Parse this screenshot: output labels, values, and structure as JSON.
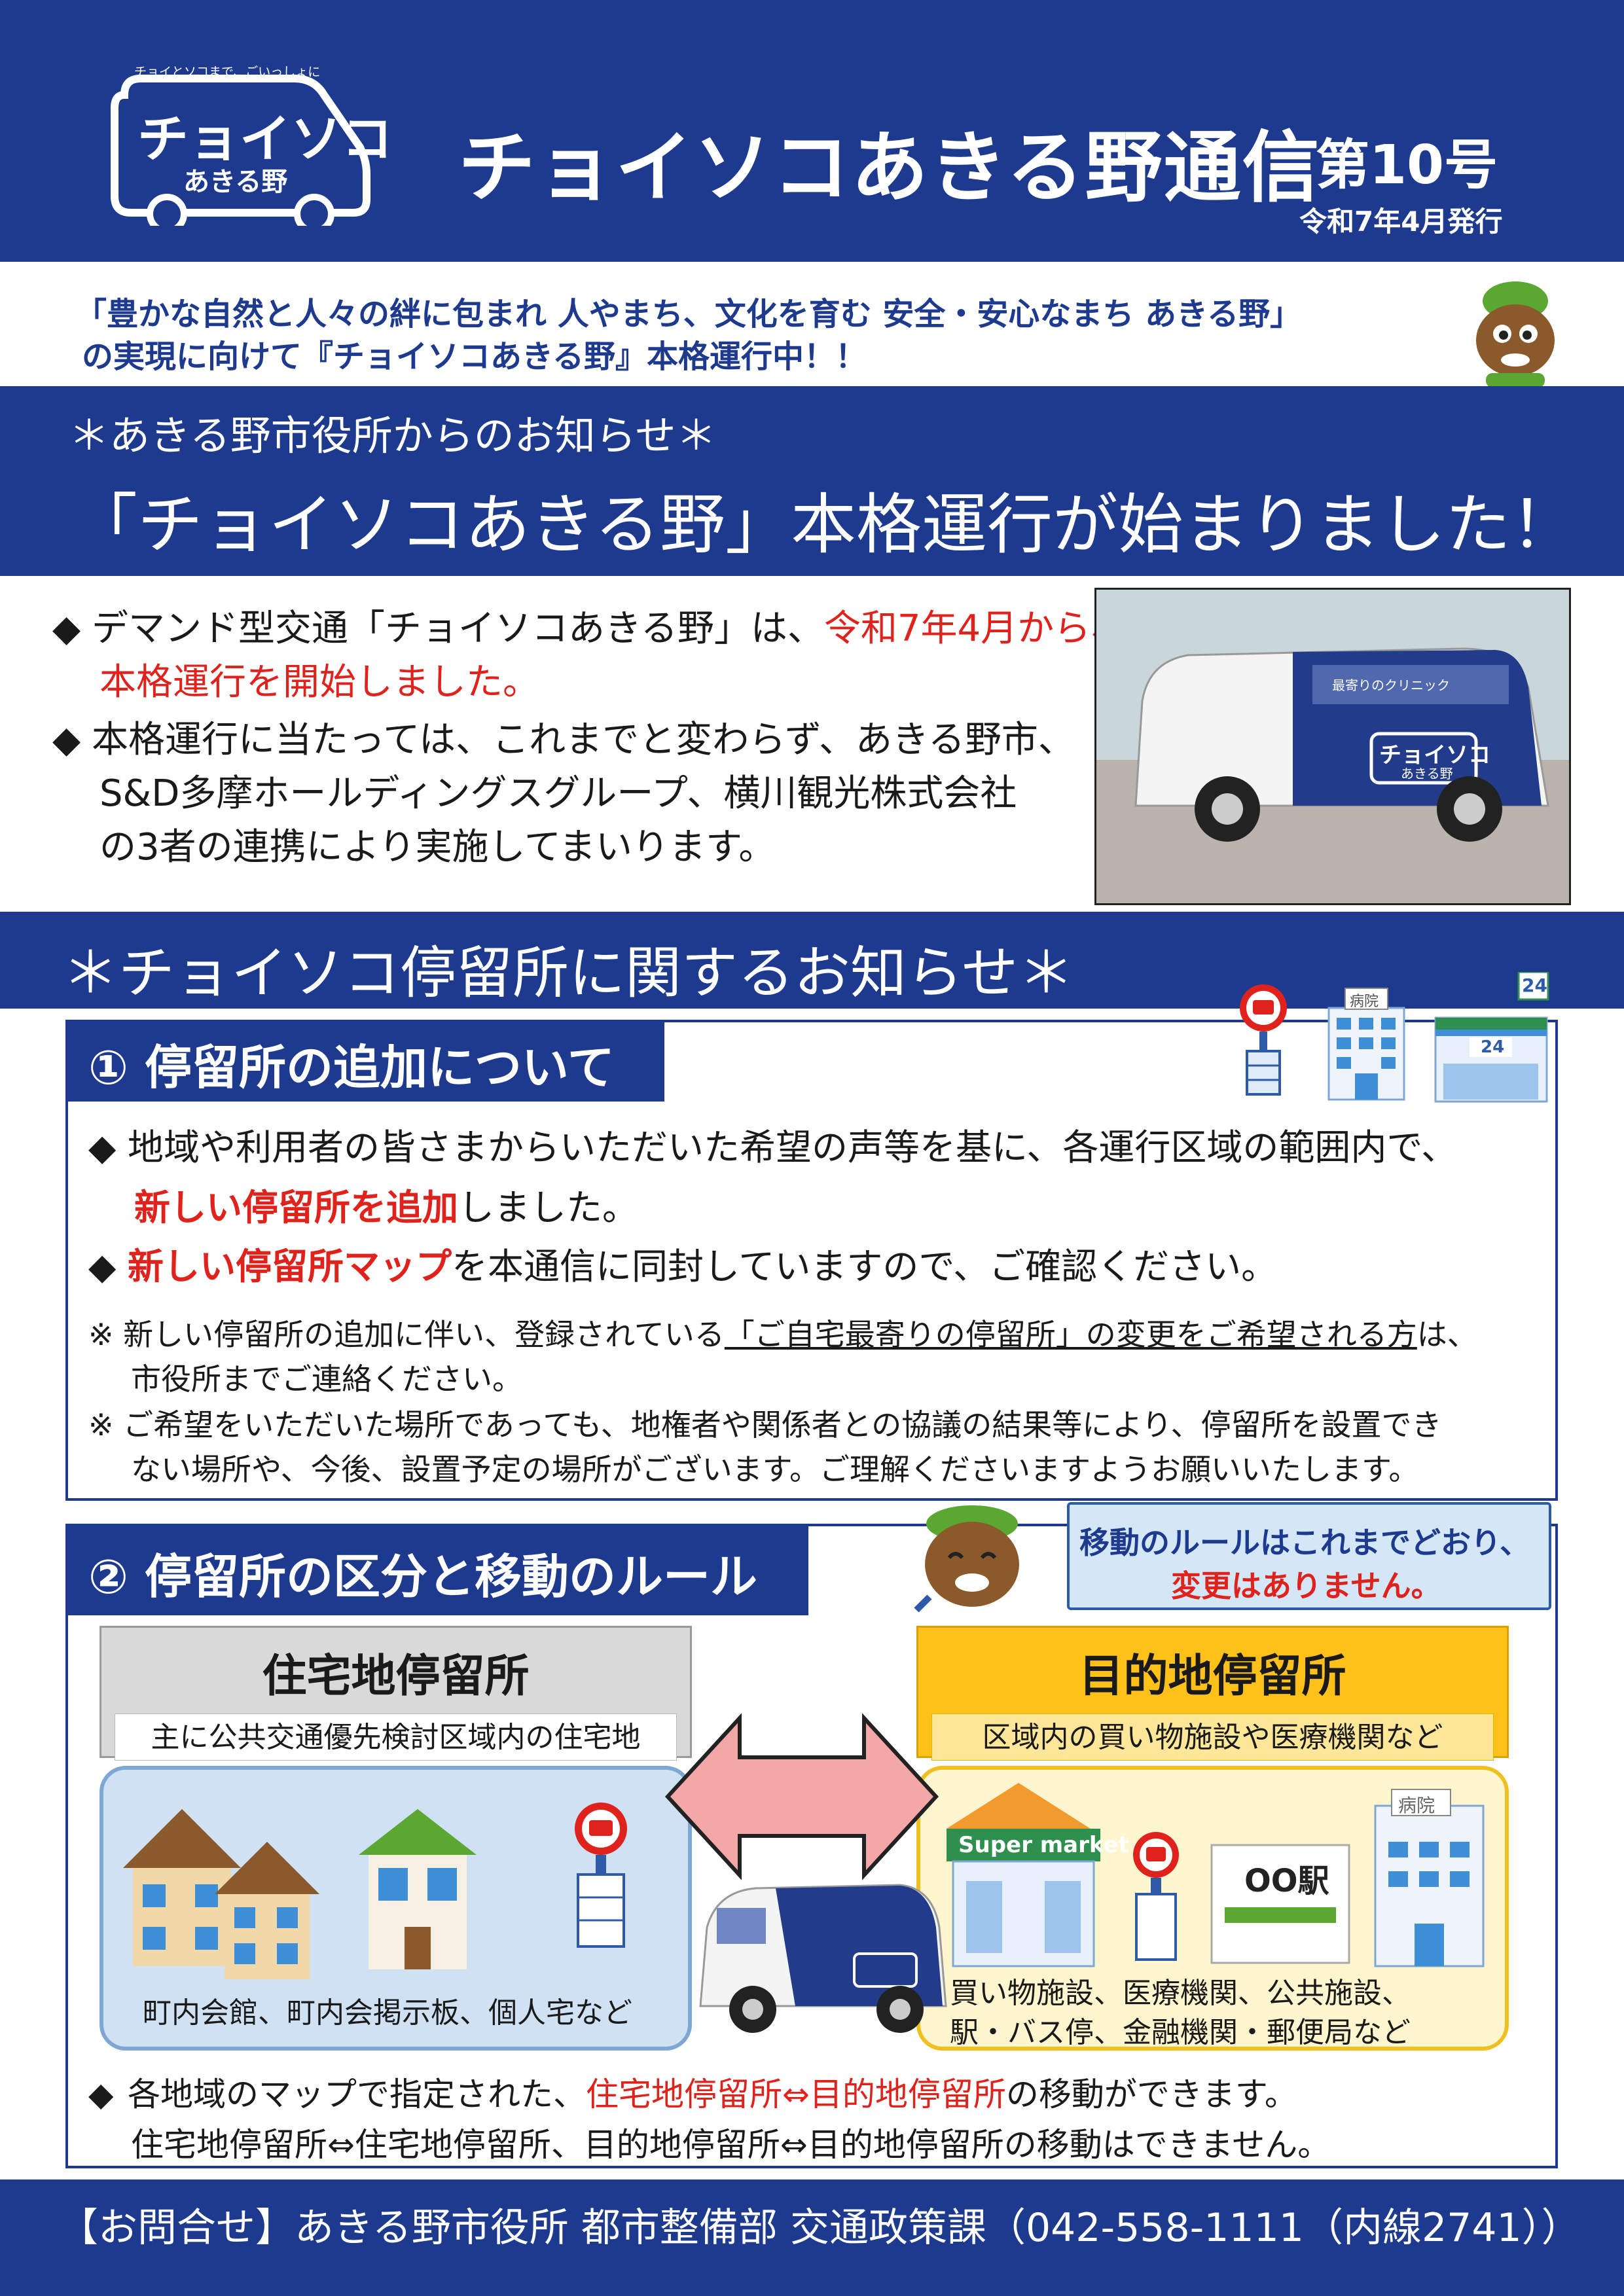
{
  "header": {
    "logo_tagline": "チョイとソコまで、ごいっしょに",
    "logo_main": "チョイソコ",
    "logo_sub": "あきる野",
    "title": "チョイソコあきる野通信",
    "issue": "第10号",
    "issue_date": "令和7年4月発行"
  },
  "slogan": {
    "line1": "「豊かな自然と人々の絆に包まれ 人やまち、文化を育む 安全・安心なまち あきる野」",
    "line2": "の実現に向けて『チョイソコあきる野』本格運行中！！"
  },
  "section1": {
    "subtitle": "＊あきる野市役所からのお知らせ＊",
    "title": "「チョイソコあきる野」本格運行が始まりました！",
    "bullet_mark": "◆",
    "b1_normal": "デマンド型交通「チョイソコあきる野」は、",
    "b1_red_a": "令和7年4月から、",
    "b1_red_b": "本格運行を開始しました。",
    "b2_line1": "本格運行に当たっては、これまでと変わらず、あきる野市、",
    "b2_line2": "S&D多摩ホールディングスグループ、横川観光株式会社",
    "b2_line3": "の3者の連携により実施してまいります。",
    "van_text_top": "最寄りのクリニック",
    "van_text_logo": "チョイソコ",
    "van_text_logo_sub": "あきる野"
  },
  "section2": {
    "title": "＊チョイソコ停留所に関するお知らせ＊"
  },
  "box1": {
    "heading": "① 停留所の追加について",
    "bullet_mark": "◆",
    "b1_line1": "地域や利用者の皆さまからいただいた希望の声等を基に、各運行区域の範囲内で、",
    "b1_red": "新しい停留所を追加",
    "b1_tail": "しました。",
    "b2_red": "新しい停留所マップ",
    "b2_tail": "を本通信に同封していますので、ご確認ください。",
    "note_mark": "※",
    "n1_a": "新しい停留所の追加に伴い、登録されている",
    "n1_u": "「ご自宅最寄りの停留所」の変更をご希望される方",
    "n1_b": "は、",
    "n1_line2": "市役所までご連絡ください。",
    "n2_line1": "ご希望をいただいた場所であっても、地権者や関係者との協議の結果等により、停留所を設置でき",
    "n2_line2": "ない場所や、今後、設置予定の場所がございます。ご理解くださいますようお願いいたします。",
    "icon_hospital_label": "病院",
    "icon_store_label": "24"
  },
  "box2": {
    "heading": "② 停留所の区分と移動のルール",
    "callout_line1": "移動のルールはこれまでどおり、",
    "callout_line2": "変更はありません。",
    "residential_title": "住宅地停留所",
    "residential_desc": "主に公共交通優先検討区域内の住宅地",
    "residential_examples": "町内会館、町内会掲示板、個人宅など",
    "destination_title": "目的地停留所",
    "destination_desc": "区域内の買い物施設や医療機関など",
    "supermarket_label": "Super market",
    "station_label": "OO駅",
    "hospital_label": "病院",
    "destination_examples_1": "買い物施設、医療機関、公共施設、",
    "destination_examples_2": "駅・バス停、金融機関・郵便局など",
    "bullet_mark": "◆",
    "rule_a": "各地域のマップで指定された、",
    "rule_red": "住宅地停留所⇔目的地停留所",
    "rule_b": "の移動ができます。",
    "rule_line2": "住宅地停留所⇔住宅地停留所、目的地停留所⇔目的地停留所の移動はできません。"
  },
  "footer": {
    "contact": "【お問合せ】あきる野市役所 都市整備部 交通政策課（042-558-1111（内線2741））"
  },
  "colors": {
    "navy": "#1d3a8f",
    "accent_red": "#e0221c",
    "residential_gray": "#d9d9d9",
    "destination_yellow": "#fdc11a",
    "arrow_pink": "#f4a7a7"
  }
}
